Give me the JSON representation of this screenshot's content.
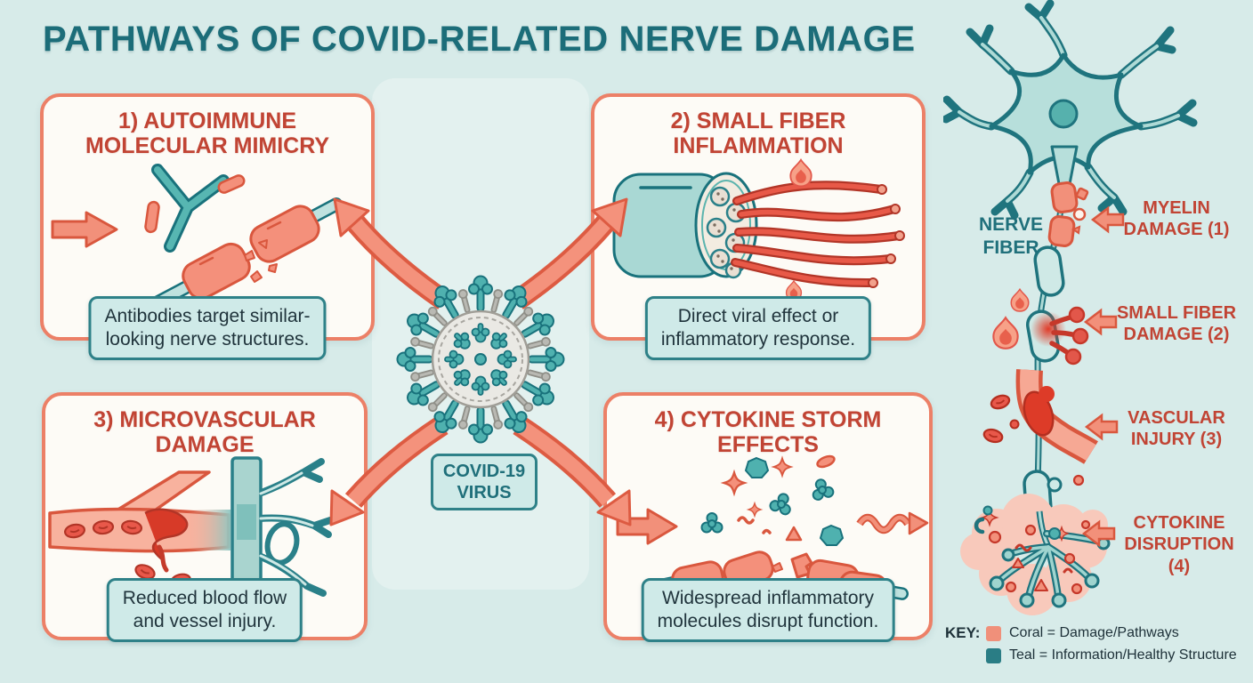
{
  "title": "PATHWAYS OF COVID-RELATED NERVE DAMAGE",
  "center": {
    "label_lines": [
      "COVID-19",
      "VIRUS"
    ]
  },
  "boxes": [
    {
      "heading_lines": [
        "1) AUTOIMMUNE",
        "MOLECULAR MIMICRY"
      ],
      "caption_lines": [
        "Antibodies target similar-",
        "looking nerve structures."
      ]
    },
    {
      "heading_lines": [
        "2) SMALL FIBER",
        "INFLAMMATION"
      ],
      "caption_lines": [
        "Direct viral effect or",
        "inflammatory response."
      ]
    },
    {
      "heading_lines": [
        "3) MICROVASCULAR",
        "DAMAGE"
      ],
      "caption_lines": [
        "Reduced blood flow",
        "and vessel injury."
      ]
    },
    {
      "heading_lines": [
        "4) CYTOKINE STORM",
        "EFFECTS"
      ],
      "caption_lines": [
        "Widespread inflammatory",
        "molecules disrupt function."
      ]
    }
  ],
  "neuron_panel": {
    "fiber_label_lines": [
      "NERVE",
      "FIBER"
    ],
    "annotations": [
      {
        "lines": [
          "MYELIN",
          "DAMAGE (1)"
        ]
      },
      {
        "lines": [
          "SMALL FIBER",
          "DAMAGE (2)"
        ]
      },
      {
        "lines": [
          "VASCULAR",
          "INJURY (3)"
        ]
      },
      {
        "lines": [
          "CYTOKINE",
          "DISRUPTION",
          "(4)"
        ]
      }
    ]
  },
  "key": {
    "label": "KEY:",
    "entries": [
      {
        "swatch_color": "#f0907a",
        "text": "Coral = Damage/Pathways"
      },
      {
        "swatch_color": "#2a7d85",
        "text": "Teal = Information/Healthy Structure"
      }
    ]
  },
  "colors": {
    "background": "#d7ebe9",
    "box_background": "#fdfbf6",
    "box_border": "#ec8067",
    "heading_red": "#c14434",
    "title_teal": "#1c6d79",
    "caption_bg": "#cfeae8",
    "caption_border": "#2e8188",
    "coral": "#f2907a",
    "coral_dark": "#d9573e",
    "teal": "#4fb1af",
    "teal_dark": "#19727c",
    "neuron_fill": "#b7dfdb"
  },
  "icons": {
    "virus": "coronavirus-icon",
    "flame": "flame-icon",
    "antibody": "antibody-icon",
    "nerve_bundle": "nerve-bundle-icon",
    "blood_vessel": "blood-vessel-icon",
    "neuron": "neuron-icon",
    "curved_arrow": "curved-arrow-icon",
    "left_arrow": "arrow-left-icon",
    "right_arrow": "arrow-right-icon",
    "wavy_arrow": "wavy-arrow-icon"
  }
}
